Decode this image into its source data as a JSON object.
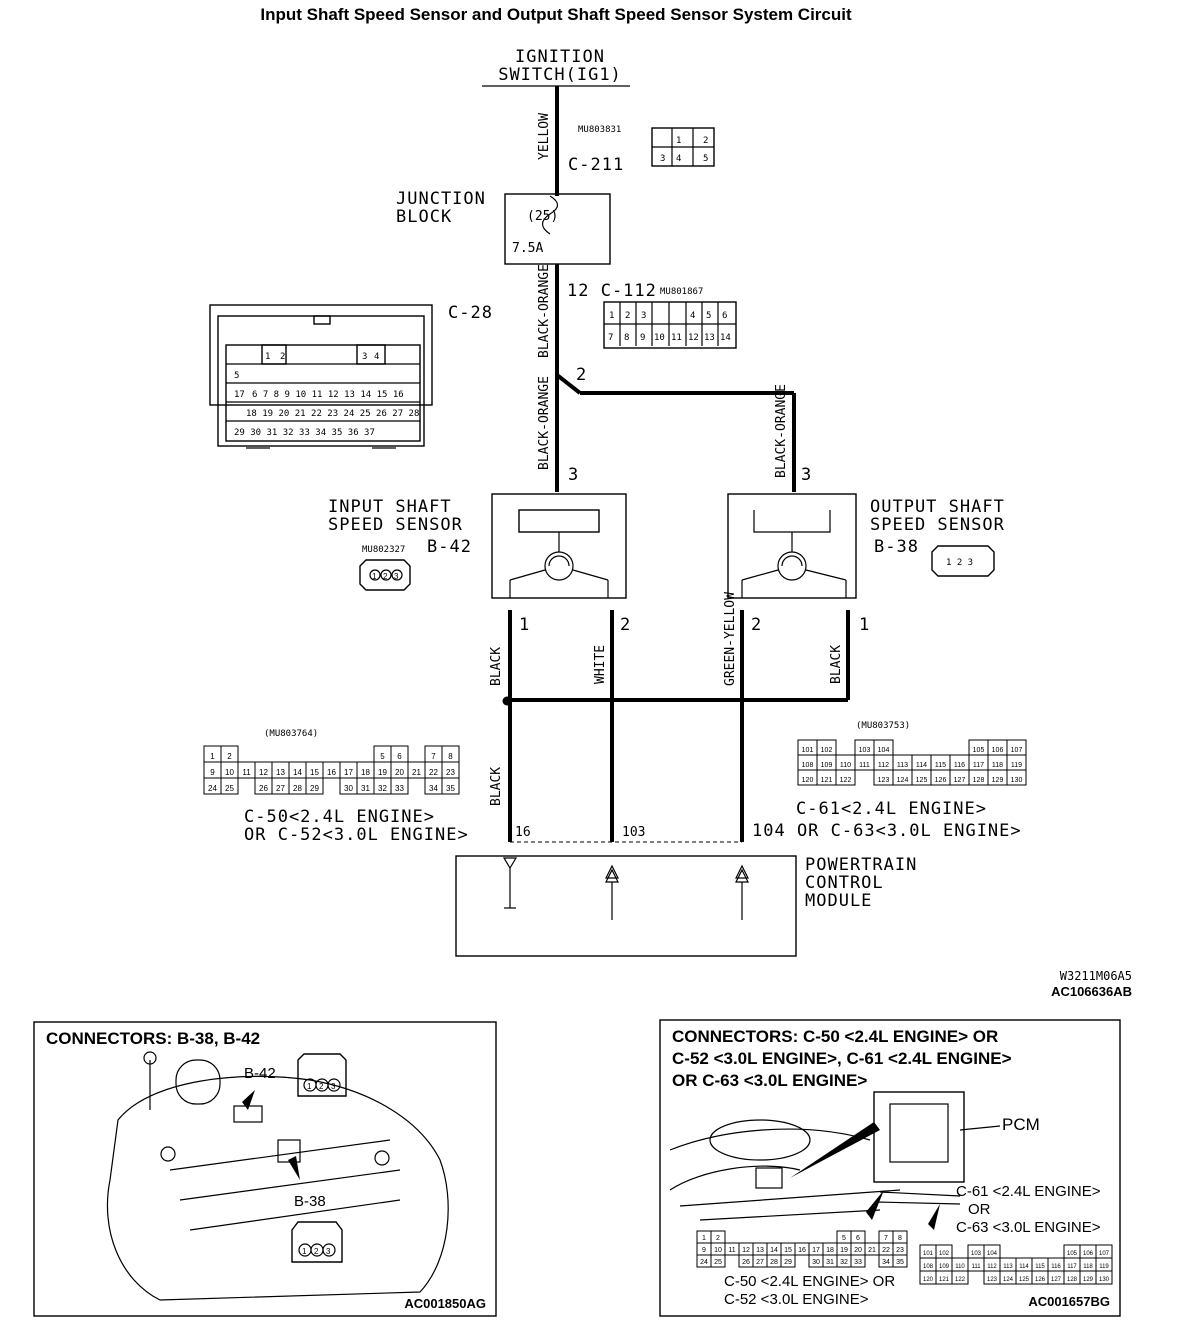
{
  "title": "Input Shaft Speed Sensor and Output Shaft Speed Sensor System Circuit",
  "ignition": {
    "line1": "IGNITION",
    "line2": "SWITCH(IG1)"
  },
  "wire_labels": {
    "ig_wire": "YELLOW",
    "jb_wire_1": "BLACK-ORANGE",
    "jb_wire_2": "BLACK-ORANGE",
    "out_wire": "BLACK-ORANGE",
    "isss_black": "BLACK",
    "isss_white": "WHITE",
    "osss_green": "GREEN-YELLOW",
    "osss_black": "BLACK",
    "ground_black": "BLACK"
  },
  "connectors": {
    "c211_code": "MU803831",
    "c211_label": "C-211",
    "c112_code": "MU801867",
    "c112_label": "12 C-112",
    "c28_label": "C-28",
    "b42_code": "MU802327",
    "c50_code": "(MU803764)",
    "c61_code": "(MU803753)"
  },
  "junction_block": {
    "line1": "JUNCTION",
    "line2": "BLOCK",
    "fuse_no": "(25)",
    "fuse_rating": "7.5A"
  },
  "pins": {
    "splice": "2",
    "isss_top": "3",
    "osss_top": "3",
    "isss_1": "1",
    "isss_2": "2",
    "osss_2": "2",
    "osss_1": "1",
    "pcm_16": "16",
    "pcm_103": "103",
    "pcm_104": "104 OR C-63<3.0L ENGINE>"
  },
  "isss": {
    "line1": "INPUT SHAFT",
    "line2": "SPEED SENSOR",
    "connector": "B-42"
  },
  "osss": {
    "line1": "OUTPUT SHAFT",
    "line2": "SPEED SENSOR",
    "connector": "B-38"
  },
  "pcm_conn_left": {
    "line1": "C-50<2.4L ENGINE>",
    "line2": "OR C-52<3.0L ENGINE>"
  },
  "pcm_conn_right": {
    "line1": "C-61<2.4L ENGINE>"
  },
  "pcm": {
    "line1": "POWERTRAIN",
    "line2": "CONTROL",
    "line3": "MODULE"
  },
  "figure_codes": {
    "small": "W3211M06A5",
    "main": "AC106636AB"
  },
  "panel_left": {
    "title": "CONNECTORS: B-38, B-42",
    "b42": "B-42",
    "b38": "B-38",
    "code": "AC001850AG",
    "pins": [
      "1",
      "2",
      "3"
    ]
  },
  "panel_right": {
    "title1": "CONNECTORS: C-50 <2.4L ENGINE> OR",
    "title2": "C-52 <3.0L ENGINE>, C-61 <2.4L ENGINE>",
    "title3": "OR C-63 <3.0L ENGINE>",
    "pcm": "PCM",
    "c61a": "C-61 <2.4L ENGINE>",
    "c61b": "OR",
    "c61c": "C-63 <3.0L ENGINE>",
    "c50a": "C-50 <2.4L ENGINE> OR",
    "c50b": "C-52 <3.0L ENGINE>",
    "code": "AC001657BG"
  },
  "pin_grids": {
    "c50_rows": [
      [
        "1",
        "2",
        "",
        "",
        "",
        "",
        "",
        "",
        "",
        "",
        "5",
        "6",
        "",
        "7",
        "8"
      ],
      [
        "9",
        "10",
        "11",
        "12",
        "13",
        "14",
        "15",
        "16",
        "17",
        "18",
        "19",
        "20",
        "21",
        "22",
        "23"
      ],
      [
        "24",
        "25",
        "",
        "26",
        "27",
        "28",
        "29",
        "",
        "30",
        "31",
        "32",
        "33",
        "",
        "34",
        "35"
      ]
    ],
    "c61_rows": [
      [
        "101",
        "102",
        "",
        "103",
        "104",
        "",
        "",
        "",
        "",
        "105",
        "106",
        "107"
      ],
      [
        "108",
        "109",
        "110",
        "111",
        "112",
        "113",
        "114",
        "115",
        "116",
        "117",
        "118",
        "119"
      ],
      [
        "120",
        "121",
        "122",
        "",
        "123",
        "124",
        "125",
        "126",
        "127",
        "128",
        "129",
        "130"
      ]
    ]
  },
  "colors": {
    "ink": "#000000",
    "background": "#ffffff"
  }
}
